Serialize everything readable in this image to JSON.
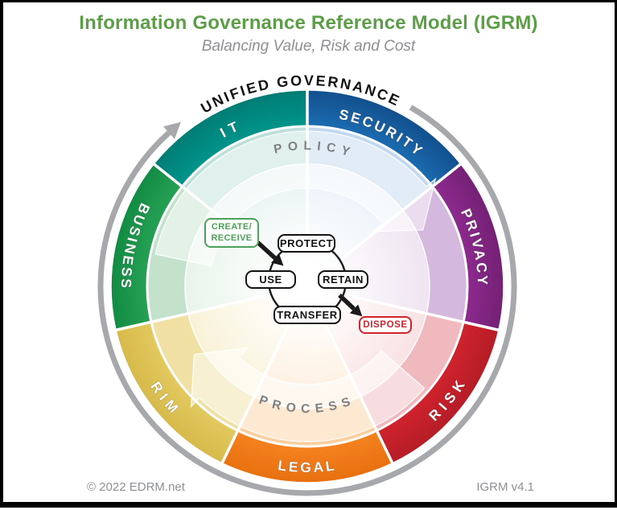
{
  "header": {
    "title": "Information Governance Reference Model (IGRM)",
    "subtitle": "Balancing Value, Risk and Cost",
    "title_color": "#5b9e47"
  },
  "wheel": {
    "unified_governance_label": "UNIFIED GOVERNANCE",
    "policy_label": "POLICY",
    "process_label": "PROCESS",
    "outer_arrow_color": "#a6a8ab",
    "flow_text_color": "#7e8083",
    "segments": [
      {
        "label": "SECURITY",
        "color": "#1c6db3",
        "color_dark": "#124f8c",
        "mid": "#c2d8ee",
        "inner": "#e9f1f9"
      },
      {
        "label": "PRIVACY",
        "color": "#8f2b90",
        "color_dark": "#732074",
        "mid": "#d5b8dd",
        "inner": "#efe4f1"
      },
      {
        "label": "RISK",
        "color": "#d2232e",
        "color_dark": "#b41d26",
        "mid": "#efb9be",
        "inner": "#f9e2e3"
      },
      {
        "label": "LEGAL",
        "color": "#f58220",
        "color_dark": "#e8700f",
        "mid": "#facf9f",
        "inner": "#fdeedb"
      },
      {
        "label": "RIM",
        "color": "#e4ca61",
        "color_dark": "#d6b94a",
        "mid": "#f0e0a4",
        "inner": "#f9f2d8"
      },
      {
        "label": "BUSINESS",
        "color": "#27a355",
        "color_dark": "#128a43",
        "mid": "#c4e2cb",
        "inner": "#e9f4ec"
      },
      {
        "label": "IT",
        "color": "#00968d",
        "color_dark": "#007c74",
        "mid": "#bfe0da",
        "inner": "#e7f3f1"
      }
    ]
  },
  "lifecycle": {
    "create": {
      "line1": "CREATE/",
      "line2": "RECEIVE",
      "color": "#4aa157"
    },
    "protect": "PROTECT",
    "use": "USE",
    "retain": "RETAIN",
    "transfer": "TRANSFER",
    "dispose": {
      "label": "DISPOSE",
      "color": "#d2232e"
    }
  },
  "footer": {
    "copyright": "© 2022 EDRM.net",
    "version": "IGRM v4.1"
  }
}
